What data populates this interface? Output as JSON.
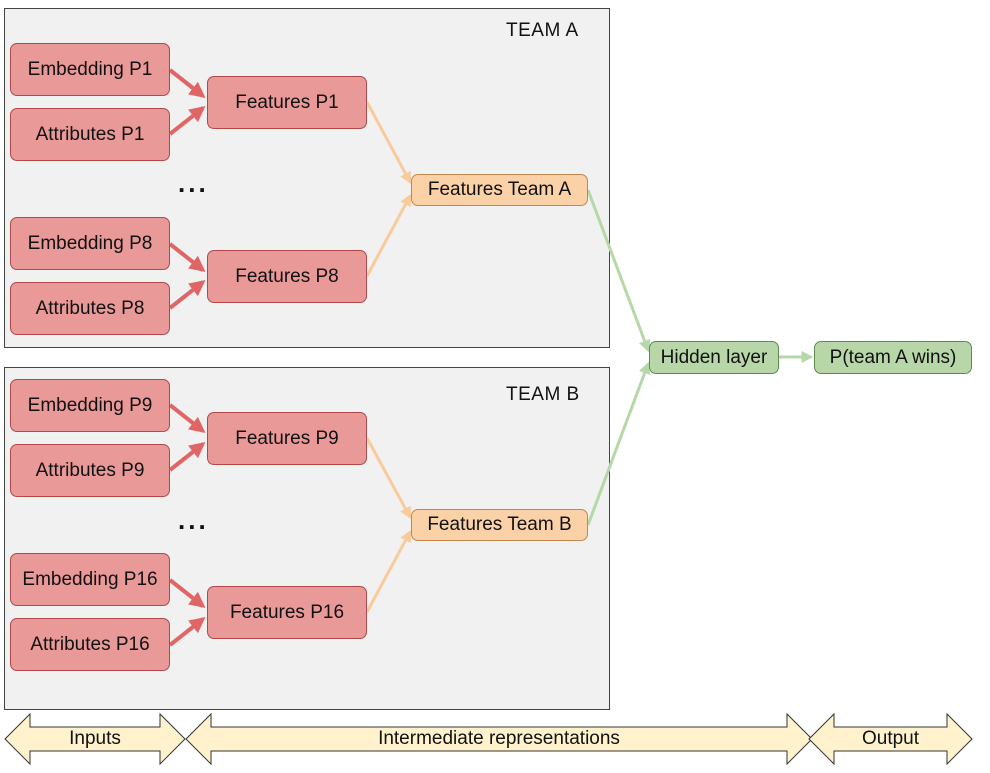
{
  "team_a": {
    "label": "TEAM A",
    "players": [
      {
        "embedding": "Embedding P1",
        "attributes": "Attributes P1",
        "features": "Features P1"
      },
      {
        "embedding": "Embedding P8",
        "attributes": "Attributes P8",
        "features": "Features P8"
      }
    ],
    "ellipsis": "...",
    "team_features": "Features Team A"
  },
  "team_b": {
    "label": "TEAM B",
    "players": [
      {
        "embedding": "Embedding P9",
        "attributes": "Attributes P9",
        "features": "Features P9"
      },
      {
        "embedding": "Embedding P16",
        "attributes": "Attributes P16",
        "features": "Features P16"
      }
    ],
    "ellipsis": "...",
    "team_features": "Features Team B"
  },
  "hidden_layer": "Hidden layer",
  "output": "P(team A wins)",
  "stages": {
    "inputs": "Inputs",
    "intermediate": "Intermediate representations",
    "output": "Output"
  },
  "colors": {
    "input_node": "#ea9999",
    "input_arrow": "#e06666",
    "team_node": "#fbd2a8",
    "team_arrow": "#f9cb9c",
    "output_node": "#b7d7a8",
    "output_arrow": "#b6d7a8",
    "band": "#fff2cc"
  }
}
